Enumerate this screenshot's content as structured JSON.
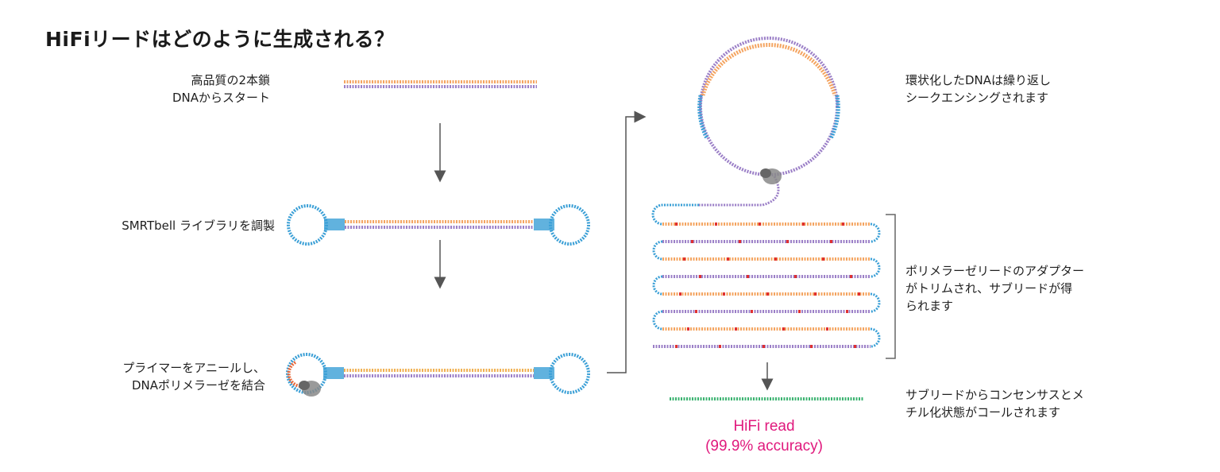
{
  "title": "HiFiリードはどのように生成される？",
  "steps": {
    "start_line1": "高品質の2本鎖",
    "start_line2": "DNAからスタート",
    "smrtbell": "SMRTbell ライブラリを調製",
    "primer_line1": "プライマーをアニールし、",
    "primer_line2": "DNAポリメラーゼを結合",
    "circular_line1": "環状化したDNAは繰り返し",
    "circular_line2": "シークエンシングされます",
    "adapter_line1": "ポリメラーゼリードのアダプター",
    "adapter_line2": "がトリムされ、サブリードが得",
    "adapter_line3": "られます",
    "consensus_line1": "サブリードからコンセンサスとメ",
    "consensus_line2": "チル化状態がコールされます"
  },
  "hifi": {
    "line1": "HiFi read",
    "line2": "(99.9% accuracy)"
  },
  "colors": {
    "orange": "#f4a460",
    "purple": "#9b7fc7",
    "blue": "#3a9fd6",
    "green": "#3cb371",
    "red": "#e03030",
    "magenta": "#e0197d",
    "arrow": "#555555"
  }
}
